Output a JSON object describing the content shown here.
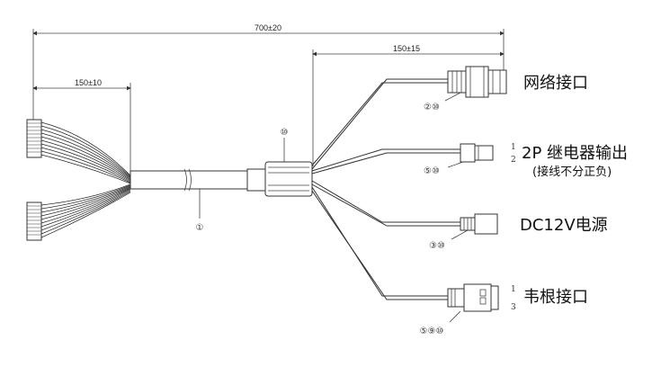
{
  "dimensions": {
    "overall": "700±20",
    "left_branch": "150±10",
    "right_branch": "150±15"
  },
  "connectors": {
    "network": {
      "label": "网络接口",
      "callout": "②⑩",
      "pin_top": "",
      "pin_bottom": ""
    },
    "relay": {
      "label": "2P 继电器输出",
      "sublabel": "(接线不分正负)",
      "callout": "⑤⑩",
      "pin_top": "1",
      "pin_bottom": "2"
    },
    "power": {
      "label": "DC12V电源",
      "callout": "③⑩"
    },
    "wiegand": {
      "label": "韦根接口",
      "callout": "⑤⑨⑩",
      "pin_top": "1",
      "pin_bottom": "3"
    }
  },
  "callouts": {
    "cable": "①",
    "sleeve": "⑩"
  },
  "colors": {
    "stroke": "#333333",
    "text": "#111111"
  }
}
